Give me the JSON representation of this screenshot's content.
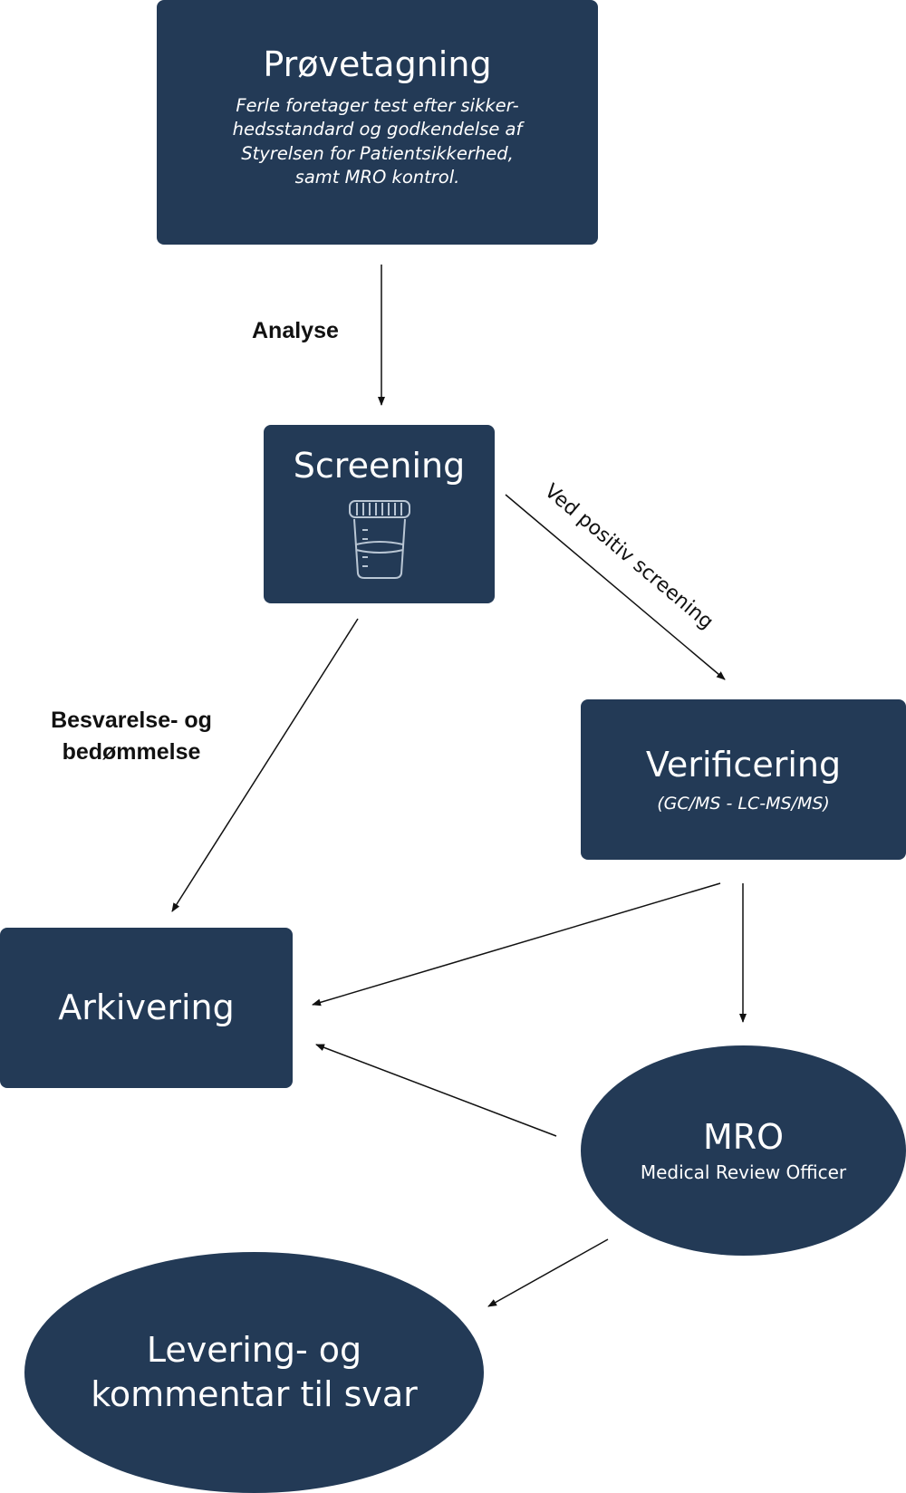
{
  "nodes": {
    "provetagning": {
      "title": "Prøvetagning",
      "description": "Ferle foretager test efter sikker-\nhedsstandard og godkendelse af\nStyrelsen for Patientsikkerhed,\nsamt MRO kontrol."
    },
    "screening": {
      "title": "Screening",
      "icon": "specimen-cup-icon"
    },
    "verificering": {
      "title": "Verificering",
      "subtitle": "(GC/MS - LC-MS/MS)"
    },
    "arkivering": {
      "title": "Arkivering"
    },
    "mro": {
      "title": "MRO",
      "subtitle": "Medical Review Officer"
    },
    "levering": {
      "title": "Levering- og\nkommentar til svar"
    }
  },
  "edge_labels": {
    "analyse": "Analyse",
    "besvarelse": "Besvarelse- og\nbedømmelse",
    "ved_positiv": "Ved positiv screening"
  },
  "edges": [
    {
      "from": "provetagning",
      "to": "screening",
      "label": "analyse"
    },
    {
      "from": "screening",
      "to": "verificering",
      "label": "ved_positiv"
    },
    {
      "from": "screening",
      "to": "arkivering",
      "label": "besvarelse"
    },
    {
      "from": "verificering",
      "to": "arkivering"
    },
    {
      "from": "verificering",
      "to": "mro"
    },
    {
      "from": "mro",
      "to": "arkivering"
    },
    {
      "from": "mro",
      "to": "levering"
    }
  ],
  "colors": {
    "node_fill": "#233a56",
    "node_text": "#ffffff",
    "edge": "#111111",
    "label_text": "#111111"
  }
}
